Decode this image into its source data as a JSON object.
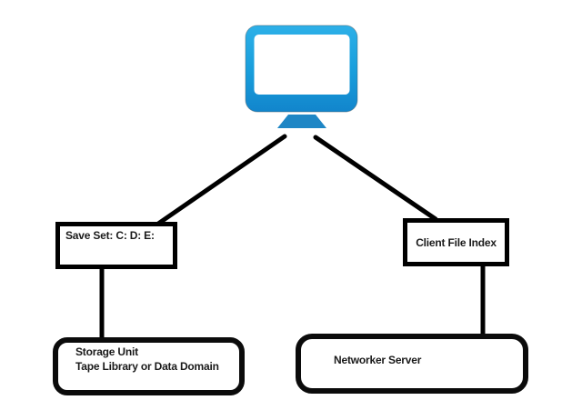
{
  "diagram": {
    "description": "Networker backup client architecture diagram",
    "computer": {
      "icon": "computer-monitor-icon",
      "body_gradient_top": "#2db0e8",
      "body_gradient_bottom": "#1285cc",
      "stand_color": "#1e86c5",
      "screen_color": "#ffffff"
    },
    "nodes": {
      "save_set": {
        "label": "Save Set: C: D: E:"
      },
      "client_file_index": {
        "label": "Client File Index"
      },
      "storage_unit": {
        "line1": "Storage Unit",
        "line2": "Tape Library or Data Domain"
      },
      "networker_server": {
        "label": "Networker Server"
      }
    },
    "connectors": {
      "color": "#000000"
    }
  }
}
